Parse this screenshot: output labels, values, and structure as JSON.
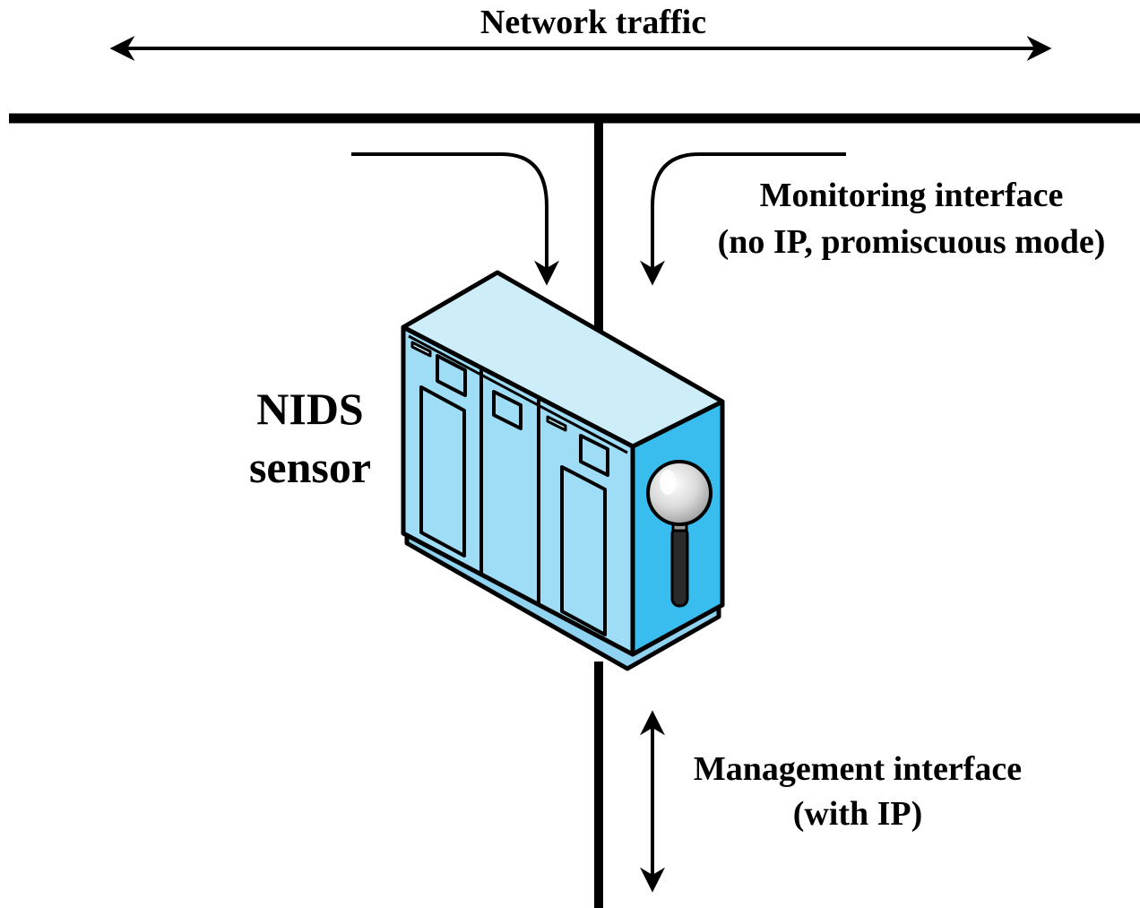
{
  "labels": {
    "network_traffic": "Network traffic",
    "monitoring_line1": "Monitoring interface",
    "monitoring_line2": "(no IP, promiscuous mode)",
    "sensor_line1": "NIDS",
    "sensor_line2": "sensor",
    "management_line1": "Management interface",
    "management_line2": "(with IP)"
  },
  "icons": {
    "sensor": "server-cabinet-icon",
    "inspection": "magnifying-glass-icon"
  },
  "colors": {
    "line": "#000000",
    "cabinet_top": "#cdeef8",
    "cabinet_front": "#9fdcf5",
    "cabinet_side": "#38bdee",
    "cabinet_base": "#8fd3f0",
    "lens": "#cfcfcf"
  }
}
